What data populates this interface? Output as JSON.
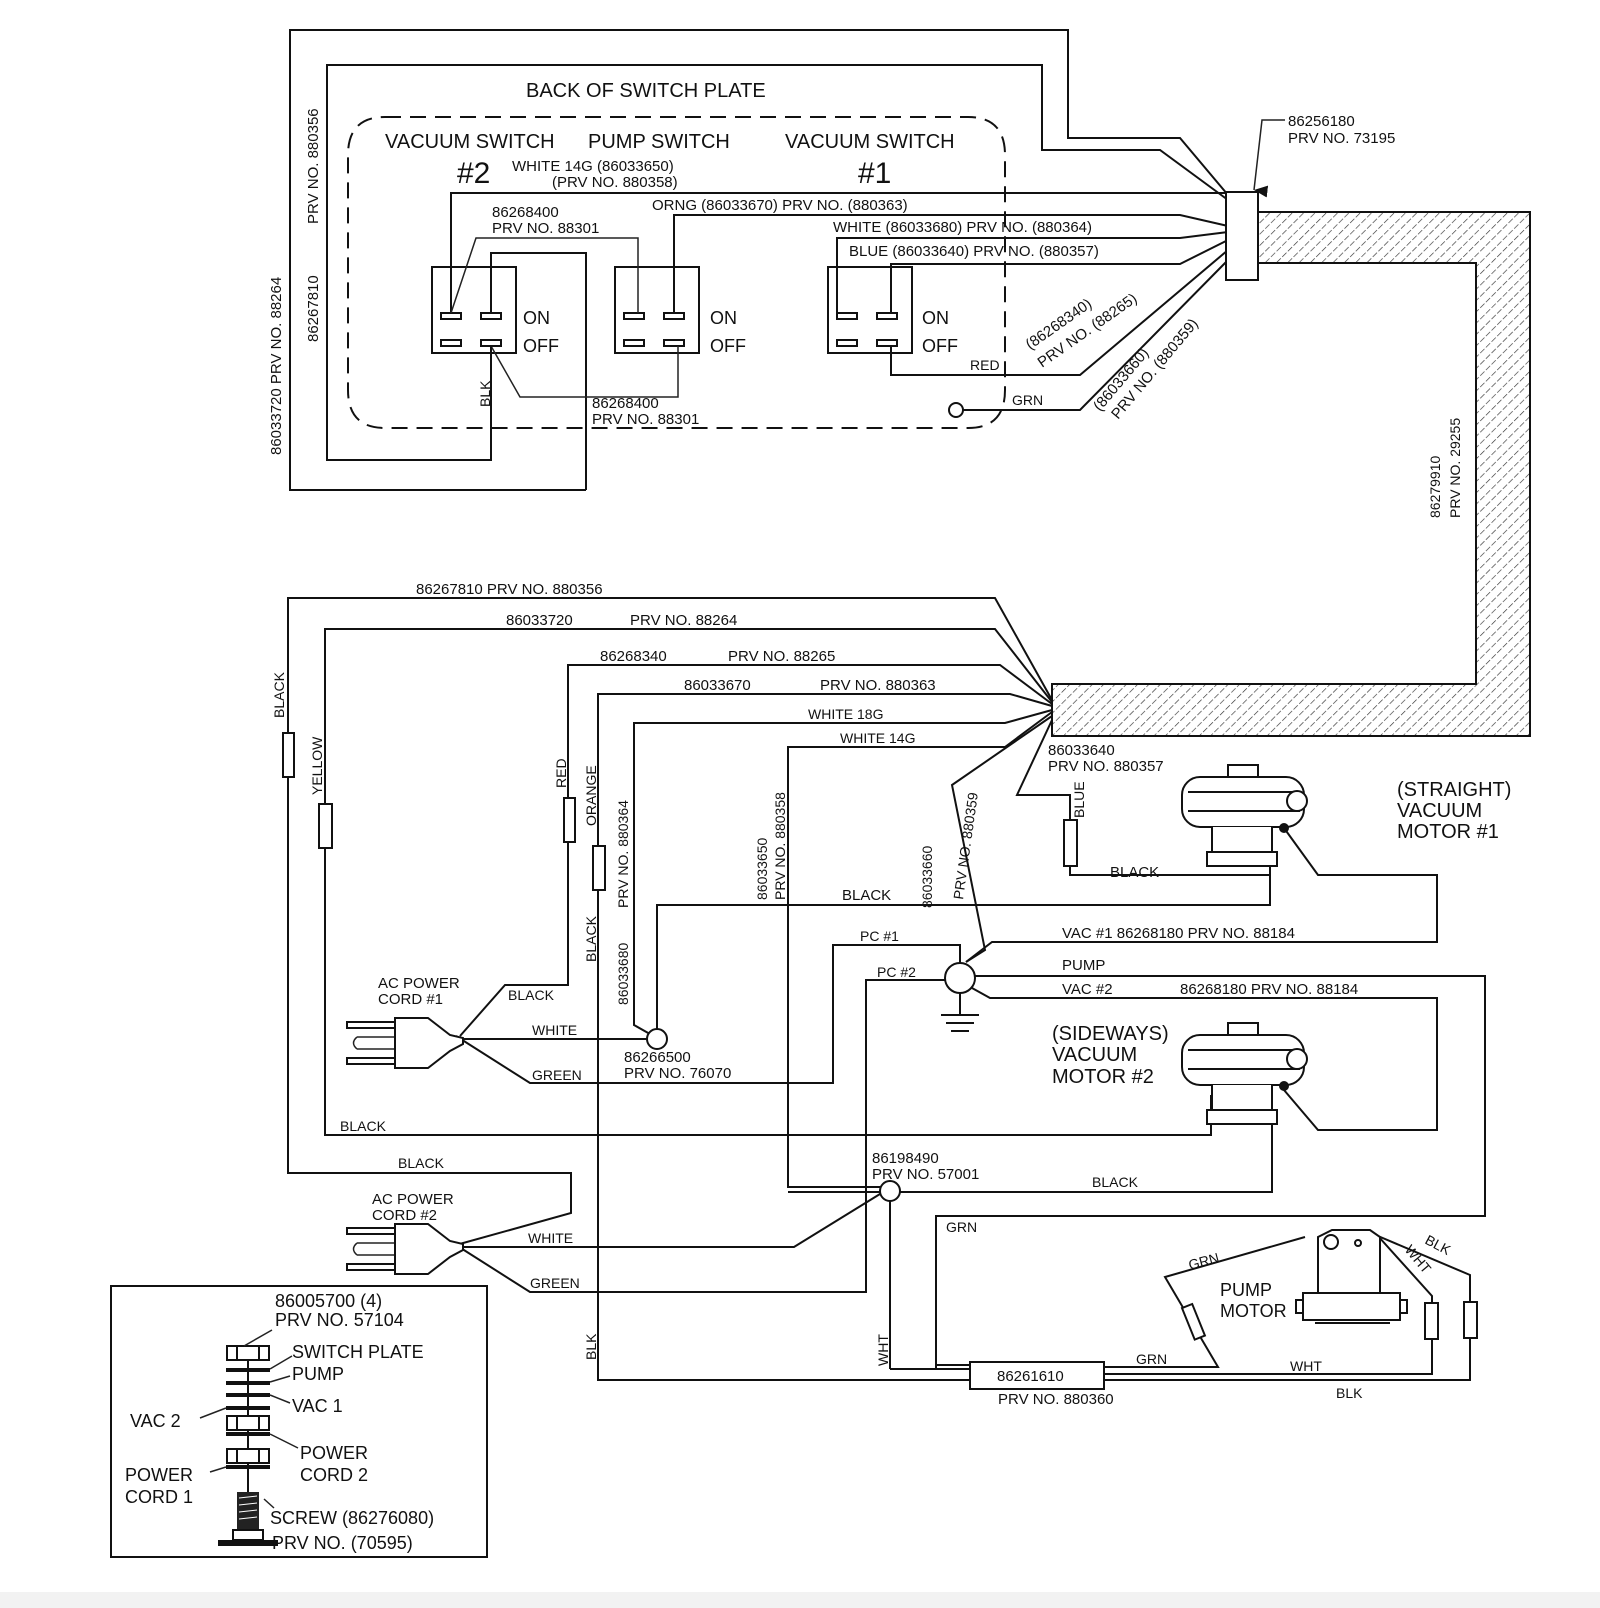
{
  "title": "BACK OF SWITCH PLATE",
  "switch_plate": {
    "vacuum_switch_2": {
      "label": "VACUUM SWITCH",
      "number": "#2"
    },
    "pump_switch": {
      "label": "PUMP SWITCH"
    },
    "vacuum_switch_1": {
      "label": "VACUUM SWITCH",
      "number": "#1"
    },
    "on_label": "ON",
    "off_label": "OFF",
    "white14g_line1": "WHITE 14G (86033650)",
    "white14g_line2": "(PRV NO. 880358)",
    "jumper_top_line1": "86268400",
    "jumper_top_line2": "PRV NO. 88301",
    "jumper_bottom_line1": "86268400",
    "jumper_bottom_line2": "PRV NO. 88301",
    "orng": "ORNG (86033670) PRV NO.  (880363)",
    "white": "WHITE (86033680) PRV NO.  (880364)",
    "blue": "BLUE (86033640)  PRV NO.  (880357)",
    "red": "RED",
    "grn": "GRN",
    "blk": "BLK",
    "diag1_line1": "(86268340)",
    "diag1_line2": "PRV NO. (88265)",
    "diag2_line1": "(86033660)",
    "diag2_line2": "PRV NO. (880359)"
  },
  "left_labels": {
    "outer_line1": "86033720  PRV NO. 88264",
    "inner_part": "86267810",
    "inner_prv": "PRV NO. 880356"
  },
  "connector": {
    "part": "86256180",
    "prv": "PRV NO. 73195"
  },
  "harness": {
    "part": "86279910",
    "prv": "PRV NO. 29255"
  },
  "lower_wires": {
    "w1": "86267810  PRV NO. 880356",
    "w2_part": "86033720",
    "w2_prv": "PRV NO. 88264",
    "w3_part": "86268340",
    "w3_prv": "PRV NO. 88265",
    "w4_part": "86033670",
    "w4_prv": "PRV NO. 880363",
    "w5": "WHITE 18G",
    "w6": "WHITE 14G",
    "blue_part": "86033640",
    "blue_prv": "PRV NO. 880357",
    "blue": "BLUE",
    "black": "BLACK",
    "yellow": "YELLOW",
    "red": "RED",
    "orange": "ORANGE",
    "black2": "BLACK",
    "prv880364": "PRV NO. 880364",
    "p86033680": "86033680",
    "p86033650": "86033650",
    "prv880358": "PRV NO. 880358",
    "p86033660": "86033660",
    "prv880359": "PRV NO. 880359",
    "black_mid": "BLACK",
    "black_motor1": "BLACK"
  },
  "motor1": {
    "line1": "(STRAIGHT)",
    "line2": "VACUUM",
    "line3": "MOTOR  #1"
  },
  "motor2": {
    "line1": "(SIDEWAYS)",
    "line2": "VACUUM",
    "line3": "MOTOR  #2"
  },
  "ground_junction": {
    "pc1": "PC #1",
    "pc2": "PC #2",
    "vac1": "VAC #1 86268180  PRV NO. 88184",
    "pump": "PUMP",
    "vac2_label": "VAC #2",
    "vac2_part": "86268180  PRV NO. 88184"
  },
  "cord1": {
    "line1": "AC POWER",
    "line2": "CORD #1",
    "black": "BLACK",
    "white": "WHITE",
    "green": "GREEN",
    "junction_part": "86266500",
    "junction_prv": "PRV NO. 76070"
  },
  "cord2": {
    "line1": "AC POWER",
    "line2": "CORD #2",
    "black_top": "BLACK",
    "black_left": "BLACK",
    "white": "WHITE",
    "green": "GREEN",
    "junction_part": "86198490",
    "junction_prv": "PRV NO. 57001",
    "black_right": "BLACK"
  },
  "pump_motor": {
    "line1": "PUMP",
    "line2": "MOTOR",
    "grn_top": "GRN",
    "grn_diag": "GRN",
    "grn_bottom": "GRN",
    "wht_left": "WHT",
    "wht_bottom": "WHT",
    "wht_diag": "WHT",
    "blk_diag": "BLK",
    "blk_bottom": "BLK",
    "blk_left": "BLK",
    "capacitor_part": "86261610",
    "capacitor_prv": "PRV NO. 880360"
  },
  "inset": {
    "part": "86005700 (4)",
    "prv": "PRV NO. 57104",
    "switch_plate": "SWITCH PLATE",
    "pump": "PUMP",
    "vac1": "VAC 1",
    "vac2": "VAC 2",
    "power_cord2_l1": "POWER",
    "power_cord2_l2": "CORD 2",
    "power_cord1_l1": "POWER",
    "power_cord1_l2": "CORD 1",
    "screw": "SCREW (86276080)",
    "screw_prv": "PRV NO.    (70595)"
  }
}
